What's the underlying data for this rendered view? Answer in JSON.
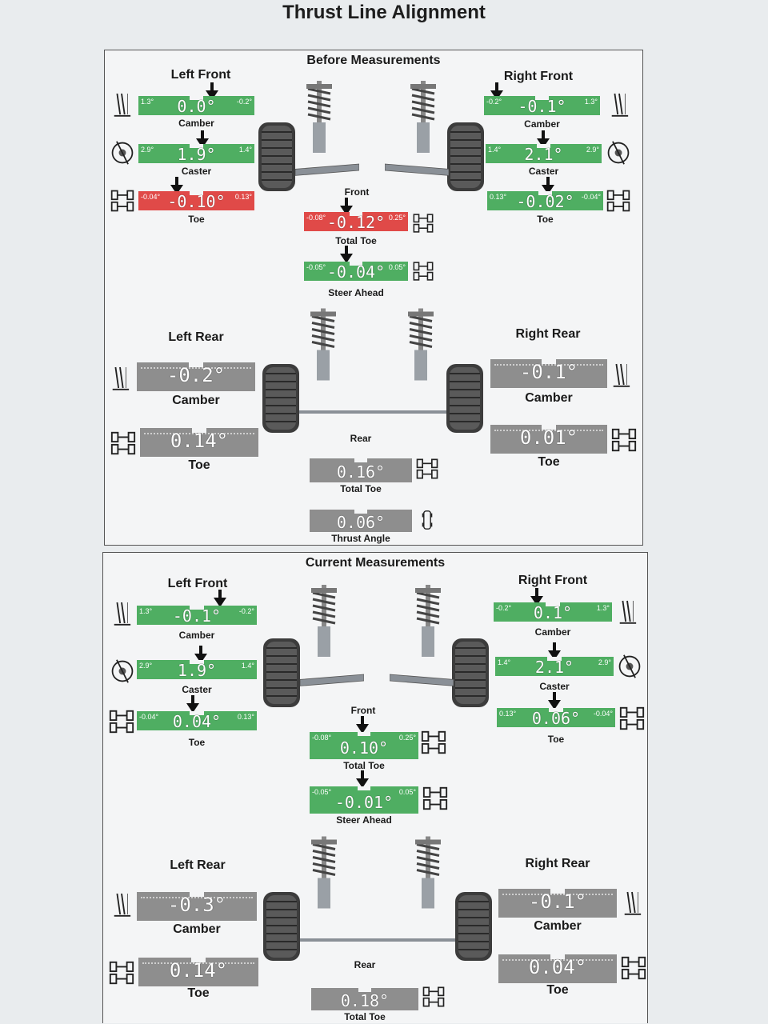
{
  "title": "Thrust Line Alignment",
  "before": {
    "title": "Before Measurements",
    "left_front": "Left Front",
    "right_front": "Right Front",
    "left_rear": "Left Rear",
    "right_rear": "Right Rear",
    "front_label": "Front",
    "rear_label": "Rear",
    "lf_camber": {
      "min": "1.3°",
      "max": "-0.2°",
      "value": "0.0°",
      "label": "Camber"
    },
    "lf_caster": {
      "min": "2.9°",
      "max": "1.4°",
      "value": "1.9°",
      "label": "Caster"
    },
    "lf_toe": {
      "min": "-0.04°",
      "max": "0.13°",
      "value": "-0.10°",
      "label": "Toe"
    },
    "rf_camber": {
      "min": "-0.2°",
      "max": "1.3°",
      "value": "-0.1°",
      "label": "Camber"
    },
    "rf_caster": {
      "min": "1.4°",
      "max": "2.9°",
      "value": "2.1°",
      "label": "Caster"
    },
    "rf_toe": {
      "min": "0.13°",
      "max": "-0.04°",
      "value": "-0.02°",
      "label": "Toe"
    },
    "total_toe": {
      "min": "-0.08°",
      "max": "0.25°",
      "value": "-0.12°",
      "label": "Total Toe"
    },
    "steer_ahead": {
      "min": "-0.05°",
      "max": "0.05°",
      "value": "-0.04°",
      "label": "Steer Ahead"
    },
    "lr_camber": {
      "value": "-0.2°",
      "label": "Camber"
    },
    "lr_toe": {
      "value": "0.14°",
      "label": "Toe"
    },
    "rr_camber": {
      "value": "-0.1°",
      "label": "Camber"
    },
    "rr_toe": {
      "value": "0.01°",
      "label": "Toe"
    },
    "rear_total_toe": {
      "value": "0.16°",
      "label": "Total Toe"
    },
    "thrust_angle": {
      "value": "0.06°",
      "label": "Thrust Angle"
    }
  },
  "current": {
    "title": "Current Measurements",
    "left_front": "Left Front",
    "right_front": "Right Front",
    "left_rear": "Left Rear",
    "right_rear": "Right Rear",
    "front_label": "Front",
    "rear_label": "Rear",
    "lf_camber": {
      "min": "1.3°",
      "max": "-0.2°",
      "value": "-0.1°",
      "label": "Camber"
    },
    "lf_caster": {
      "min": "2.9°",
      "max": "1.4°",
      "value": "1.9°",
      "label": "Caster"
    },
    "lf_toe": {
      "min": "-0.04°",
      "max": "0.13°",
      "value": "0.04°",
      "label": "Toe"
    },
    "rf_camber": {
      "min": "-0.2°",
      "max": "1.3°",
      "value": "0.1°",
      "label": "Camber"
    },
    "rf_caster": {
      "min": "1.4°",
      "max": "2.9°",
      "value": "2.1°",
      "label": "Caster"
    },
    "rf_toe": {
      "min": "0.13°",
      "max": "-0.04°",
      "value": "0.06°",
      "label": "Toe"
    },
    "total_toe": {
      "min": "-0.08°",
      "max": "0.25°",
      "value": "0.10°",
      "label": "Total Toe"
    },
    "steer_ahead": {
      "min": "-0.05°",
      "max": "0.05°",
      "value": "-0.01°",
      "label": "Steer Ahead"
    },
    "lr_camber": {
      "value": "-0.3°",
      "label": "Camber"
    },
    "lr_toe": {
      "value": "0.14°",
      "label": "Toe"
    },
    "rr_camber": {
      "value": "-0.1°",
      "label": "Camber"
    },
    "rr_toe": {
      "value": "0.04°",
      "label": "Toe"
    },
    "rear_total_toe": {
      "value": "0.18°",
      "label": "Total Toe"
    }
  },
  "colors": {
    "in_spec": "#4fae62",
    "out_of_spec": "#e04a48",
    "no_spec": "#8e8e8e"
  }
}
